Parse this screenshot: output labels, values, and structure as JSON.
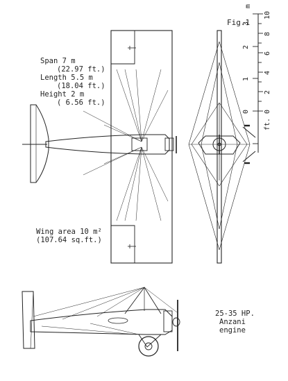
{
  "figure_label": "Fig.1",
  "specs": {
    "span": "Span 7 m",
    "span_ft": "(22.97 ft.)",
    "length": "Length 5.5 m",
    "length_ft": "(18.04 ft.)",
    "height": "Height 2 m",
    "height_ft": "( 6.56 ft.)"
  },
  "wing_area": {
    "line1": "Wing area 10 m²",
    "line2": "(107.64 sq.ft.)"
  },
  "engine": {
    "power": "25-35 HP.",
    "make": "Anzani",
    "word": "engine"
  },
  "scale": {
    "m_unit": "m",
    "ft_unit": "ft.",
    "m_ticks": [
      "3",
      "2",
      "1",
      "0"
    ],
    "ft_ticks": [
      "10",
      "8",
      "6",
      "4",
      "2",
      "0"
    ]
  },
  "colors": {
    "ink": "#222222",
    "paper": "#ffffff"
  }
}
